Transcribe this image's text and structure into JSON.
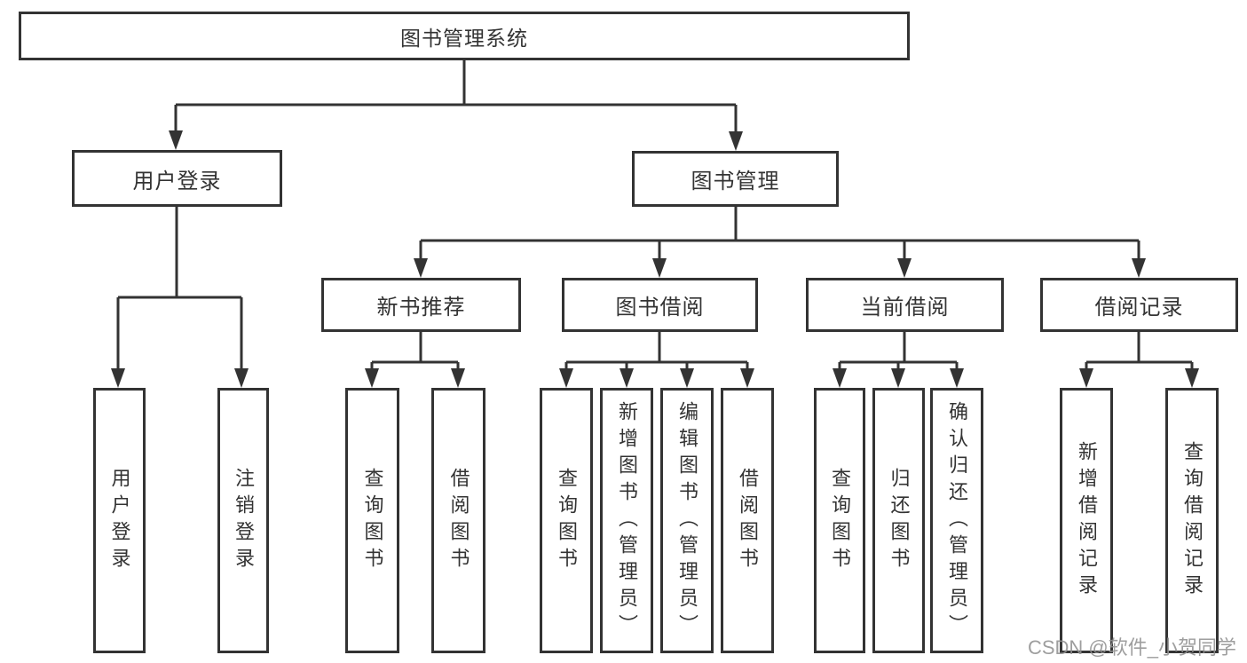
{
  "diagram": {
    "root": {
      "label": "图书管理系统"
    },
    "level2": {
      "user_login": {
        "label": "用户登录"
      },
      "book_mgmt": {
        "label": "图书管理"
      }
    },
    "level3": {
      "new_book": {
        "label": "新书推荐"
      },
      "book_borrow": {
        "label": "图书借阅"
      },
      "current_borrow": {
        "label": "当前借阅"
      },
      "borrow_record": {
        "label": "借阅记录"
      }
    },
    "leaves": {
      "user_login": {
        "login": "用户登录",
        "logout": "注销登录"
      },
      "new_book": {
        "query": "查询图书",
        "borrow": "借阅图书"
      },
      "book_borrow": {
        "query": "查询图书",
        "add": "新增图书（管理员）",
        "edit": "编辑图书（管理员）",
        "borrow": "借阅图书"
      },
      "current_borrow": {
        "query": "查询图书",
        "return": "归还图书",
        "confirm_return": "确认归还（管理员）"
      },
      "borrow_record": {
        "add": "新增借阅记录",
        "query": "查询借阅记录"
      }
    },
    "colors": {
      "line": "#333333",
      "border": "#333333",
      "text": "#333333",
      "background": "#ffffff",
      "watermark": "#919191"
    }
  },
  "watermark": {
    "text": "CSDN @软件_小贺同学"
  }
}
